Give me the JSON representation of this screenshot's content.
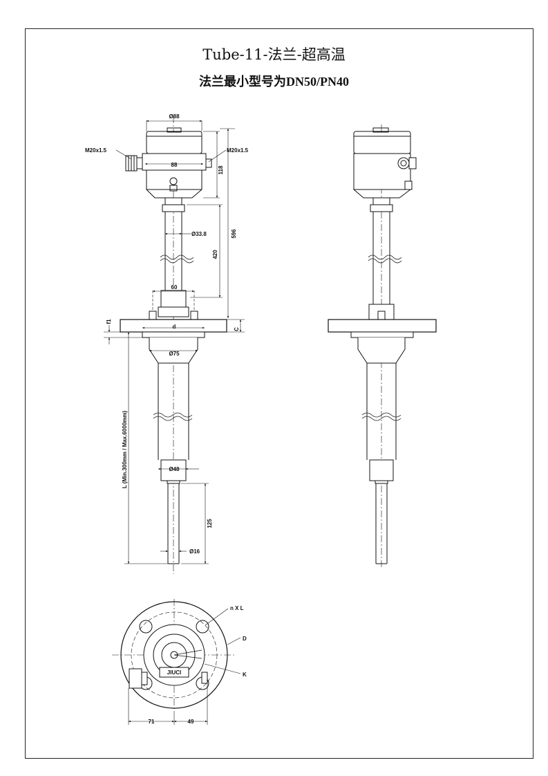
{
  "header": {
    "title": "Tube-11-法兰-超高温",
    "subtitle": "法兰最小型号为DN50/PN40"
  },
  "front_view": {
    "dim_head_diameter": "Ø88",
    "dim_head_width": "88",
    "dim_cable_left": "M20x1.5",
    "dim_cable_right": "M20x1.5",
    "dim_head_height": "118",
    "dim_total_height": "596",
    "dim_tube_height": "420",
    "dim_tube_diameter": "Ø33.8",
    "dim_bolt_spacing": "60",
    "dim_flange_d": "d",
    "dim_flange_f1": "f1",
    "dim_flange_c": "C",
    "dim_cone_diameter": "Ø75",
    "dim_probe_diameter": "Ø48",
    "dim_length_L": "L (Min.300mm / Max.6000mm)",
    "dim_tip_length": "125",
    "dim_tip_diameter": "Ø16"
  },
  "bottom_view": {
    "label_holes": "n X L",
    "label_D": "D",
    "label_K": "K",
    "logo": "JIUCI",
    "dim_left": "71",
    "dim_right": "49"
  }
}
